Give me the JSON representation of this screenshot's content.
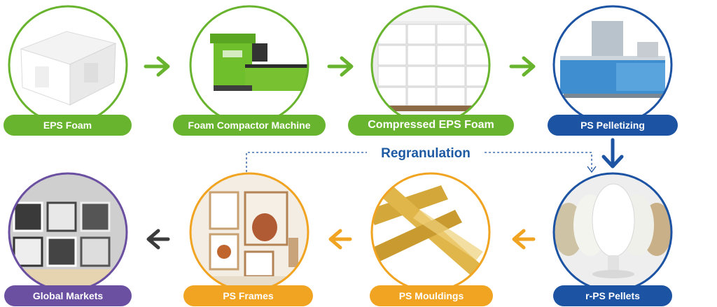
{
  "colors": {
    "green": "#69b42e",
    "blue": "#1c53a3",
    "orange": "#f0a422",
    "purple": "#6b50a2",
    "dark_arrow": "#3b3b3b"
  },
  "steps": [
    {
      "label": "EPS Foam",
      "color": "green",
      "icon": "eps-foam-block-image"
    },
    {
      "label": "Foam Compactor Machine",
      "color": "green",
      "icon": "compactor-machine-image"
    },
    {
      "label": "Compressed EPS Foam",
      "color": "green",
      "icon": "compressed-foam-bales-image"
    },
    {
      "label": "PS Pelletizing",
      "color": "blue",
      "icon": "pelletizing-line-image"
    },
    {
      "label": "r-PS Pellets",
      "color": "blue",
      "icon": "pellet-jars-image"
    },
    {
      "label": "PS Mouldings",
      "color": "orange",
      "icon": "gold-mouldings-image"
    },
    {
      "label": "PS Frames",
      "color": "orange",
      "icon": "framed-art-wall-image"
    },
    {
      "label": "Global Markets",
      "color": "purple",
      "icon": "frame-store-shelves-image"
    }
  ],
  "loop": {
    "label": "Regranulation"
  }
}
